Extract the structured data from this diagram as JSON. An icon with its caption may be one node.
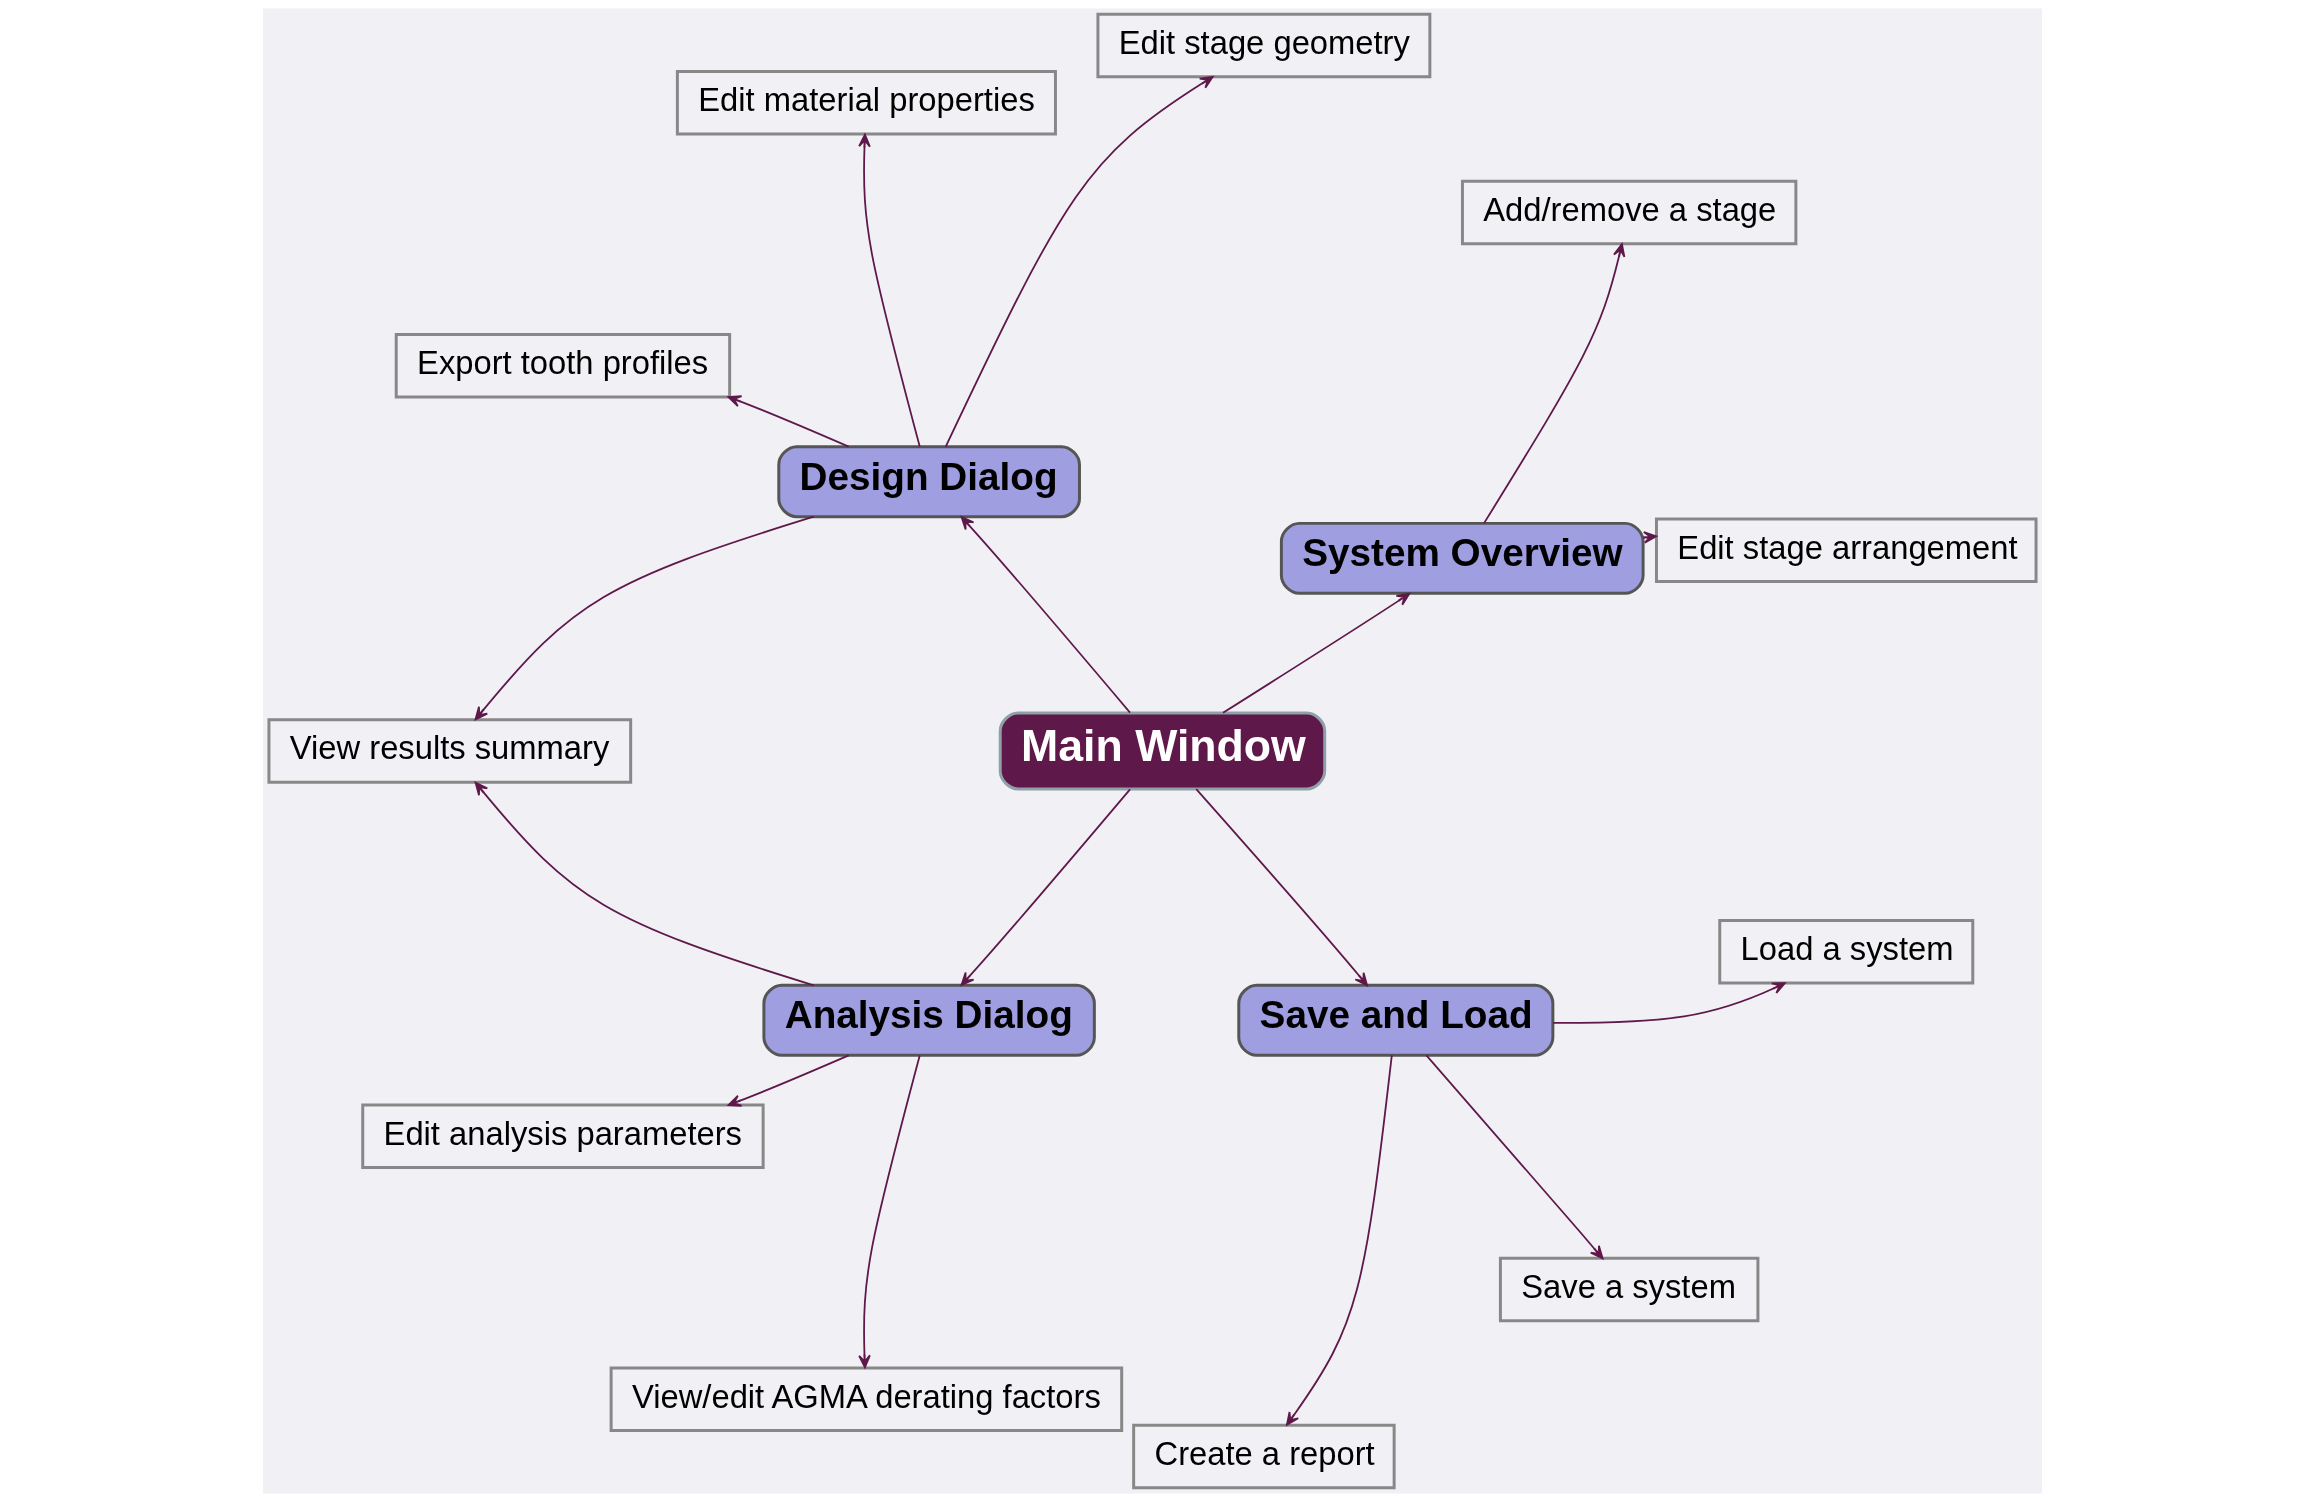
{
  "diagram": {
    "nodes": [
      {
        "text": [
          "Main Window"
        ]
      },
      {
        "text": [
          "System Overview"
        ]
      },
      {
        "text": [
          "Design Dialog"
        ]
      },
      {
        "text": [
          "Analysis Dialog"
        ]
      },
      {
        "text": [
          "Save and Load"
        ]
      },
      {
        "text": [
          "Edit stage arrangement"
        ]
      },
      {
        "text": [
          "Add/remove a stage"
        ]
      },
      {
        "text": [
          "Edit stage geometry"
        ]
      },
      {
        "text": [
          "Edit material properties"
        ]
      },
      {
        "text": [
          "Export tooth profiles"
        ]
      },
      {
        "text": [
          "View results summary"
        ]
      },
      {
        "text": [
          "Edit analysis parameters"
        ]
      },
      {
        "text": [
          "View/edit AGMA derating factors"
        ]
      },
      {
        "text": [
          "Create a report"
        ]
      },
      {
        "text": [
          "Save a system"
        ]
      },
      {
        "text": [
          "Load a system"
        ]
      }
    ],
    "edges": [
      {
        "from": 0,
        "to": 1,
        "arrow": "to"
      },
      {
        "from": 0,
        "to": 2,
        "arrow": "to"
      },
      {
        "from": 0,
        "to": 3,
        "arrow": "to"
      },
      {
        "from": 0,
        "to": 4,
        "arrow": "to"
      },
      {
        "from": 1,
        "to": 5,
        "arrow": "to"
      },
      {
        "from": 1,
        "to": 6,
        "arrow": "to"
      },
      {
        "from": 2,
        "to": 7,
        "arrow": "to"
      },
      {
        "from": 2,
        "to": 8,
        "arrow": "to"
      },
      {
        "from": 2,
        "to": 9,
        "arrow": "to"
      },
      {
        "from": 2,
        "to": 10,
        "arrow": "to"
      },
      {
        "from": 3,
        "to": 10,
        "arrow": "to"
      },
      {
        "from": 3,
        "to": 11,
        "arrow": "to"
      },
      {
        "from": 3,
        "to": 12,
        "arrow": "to"
      },
      {
        "from": 4,
        "to": 13,
        "arrow": "to"
      },
      {
        "from": 4,
        "to": 14,
        "arrow": "to"
      },
      {
        "from": 4,
        "to": 15,
        "arrow": "to"
      }
    ]
  }
}
